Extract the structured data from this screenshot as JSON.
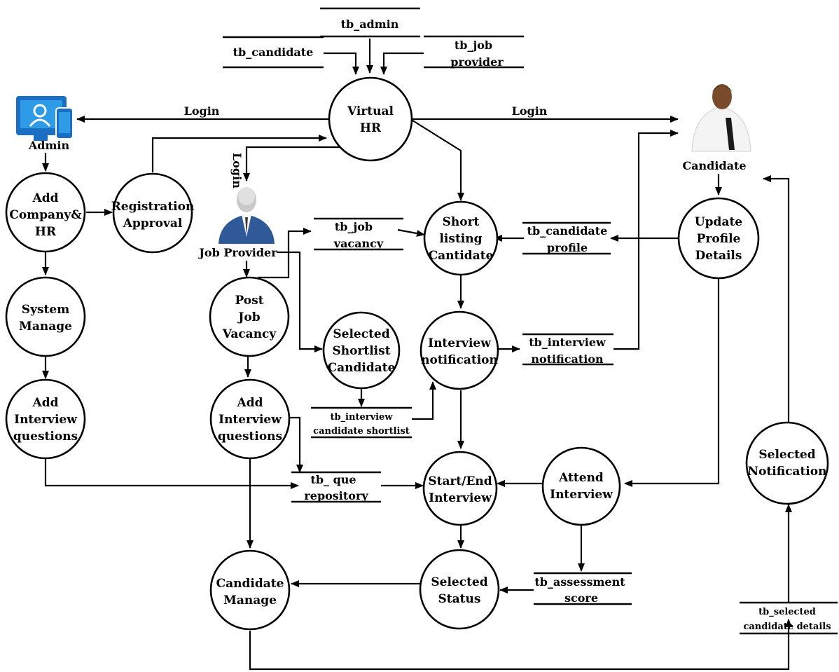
{
  "processes": {
    "virtual_hr": [
      "Virtual",
      "HR"
    ],
    "add_company_hr": [
      "Add",
      "Company&",
      "HR"
    ],
    "registration_approval": [
      "Registration",
      "Approval"
    ],
    "system_manage": [
      "System",
      "Manage"
    ],
    "admin_add_questions": [
      "Add",
      "Interview",
      "questions"
    ],
    "post_job_vacancy": [
      "Post",
      "Job",
      "Vacancy"
    ],
    "provider_add_questions": [
      "Add",
      "Interview",
      "questions"
    ],
    "candidate_manage": [
      "Candidate",
      "Manage"
    ],
    "short_listing": [
      "Short",
      "listing",
      "Cantidate"
    ],
    "selected_shortlist": [
      "Selected",
      "Shortlist",
      "Candidate"
    ],
    "interview_notification": [
      "Interview",
      "notification"
    ],
    "start_end_interview": [
      "Start/End",
      "Interview"
    ],
    "selected_status": [
      "Selected",
      "Status"
    ],
    "attend_interview": [
      "Attend",
      "Interview"
    ],
    "update_profile": [
      "Update",
      "Profile",
      "Details"
    ],
    "selected_notification": [
      "Selected",
      "Notification"
    ]
  },
  "stores": {
    "tb_admin": [
      "tb_admin"
    ],
    "tb_candidate": [
      "tb_candidate"
    ],
    "tb_job_provider": [
      "tb_job",
      "provider"
    ],
    "tb_job_vacancy": [
      "tb_job",
      "vacancy"
    ],
    "tb_candidate_profile": [
      "tb_candidate",
      "profile"
    ],
    "tb_interview_notification": [
      "tb_interview",
      "notification"
    ],
    "tb_interview_candidate_shortlist": [
      "tb_interview",
      "candidate shortlist"
    ],
    "tb_que_repository": [
      "tb_ que",
      "repository"
    ],
    "tb_assessment_score": [
      "tb_assessment",
      "score"
    ],
    "tb_selected_candidate_details": [
      "tb_selected",
      "candidate details"
    ]
  },
  "actors": {
    "admin": "Admin",
    "job_provider": "Job Provider",
    "candidate": "Candidate"
  },
  "flow_labels": {
    "login_admin": "Login",
    "login_candidate": "Login",
    "login_provider": "Login"
  }
}
